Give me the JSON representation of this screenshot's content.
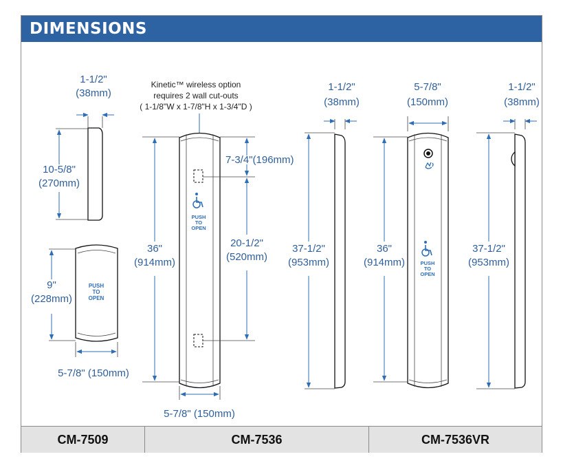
{
  "header": {
    "title": "DIMENSIONS"
  },
  "top_note": {
    "left": "",
    "right": ""
  },
  "labels": {
    "cm7509": {
      "side_width": [
        "1-1/2\"",
        "(38mm)"
      ],
      "side_height": [
        "10-5/8\"",
        "(270mm)"
      ],
      "front_height": [
        "9\"",
        "(228mm)"
      ],
      "front_width": "5-7/8\" (150mm)",
      "plate_text": [
        "PUSH",
        "TO",
        "OPEN"
      ]
    },
    "cm7536": {
      "kinetic_note": [
        "Kinetic™ wireless option",
        "requires 2 wall cut-outs",
        "( 1-1/8\"W x 1-7/8\"H x 1-3/4\"D )"
      ],
      "cutout_offset": "7-3/4\"(196mm)",
      "cutout_spacing": [
        "20-1/2\"",
        "(520mm)"
      ],
      "front_height": [
        "36\"",
        "(914mm)"
      ],
      "front_width": "5-7/8\" (150mm)",
      "side_width": [
        "1-1/2\"",
        "(38mm)"
      ],
      "side_height": [
        "37-1/2\"",
        "(953mm)"
      ],
      "plate_text": [
        "PUSH",
        "TO",
        "OPEN"
      ]
    },
    "cm7536vr": {
      "front_width": [
        "5-7/8\"",
        "(150mm)"
      ],
      "front_height": [
        "36\"",
        "(914mm)"
      ],
      "side_width": [
        "1-1/2\"",
        "(38mm)"
      ],
      "side_height": [
        "37-1/2\"",
        "(953mm)"
      ],
      "plate_text": [
        "PUSH",
        "TO",
        "OPEN"
      ]
    }
  },
  "footer": {
    "models": [
      "CM-7509",
      "CM-7536",
      "CM-7536VR"
    ]
  },
  "colors": {
    "header_bg": "#2e63a3",
    "dimension_blue": "#2f6eb5",
    "footer_bg": "#e3e3e3"
  }
}
